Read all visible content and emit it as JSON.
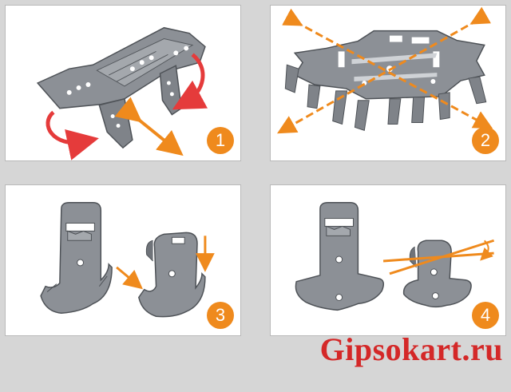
{
  "colors": {
    "orange": "#ef8a1d",
    "red": "#e53b3b",
    "metal": "#8c9096",
    "brand": "#d42828"
  },
  "steps": [
    {
      "number": "1"
    },
    {
      "number": "2"
    },
    {
      "number": "3"
    },
    {
      "number": "4"
    }
  ],
  "brand": {
    "text": "Gipsokart.ru"
  }
}
